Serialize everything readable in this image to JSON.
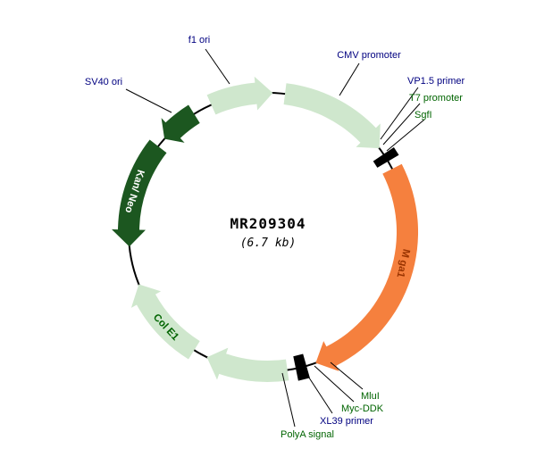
{
  "plasmid": {
    "title": "MR209304",
    "size": "(6.7 kb)"
  },
  "colors": {
    "light_green": "#cfe7cd",
    "dark_green": "#1c5720",
    "orange": "#f5803e",
    "navy": "#000080",
    "green_label": "#006400",
    "gene_text": "#993300",
    "white": "#ffffff",
    "black": "#000000"
  },
  "features": {
    "f1_ori": {
      "label": "f1 ori"
    },
    "sv40_ori": {
      "label": "SV40 ori"
    },
    "cmv_promoter": {
      "label": "CMV promoter"
    },
    "vp15_primer": {
      "label": "VP1.5 primer"
    },
    "t7_promoter": {
      "label": "T7 promoter"
    },
    "sgfi": {
      "label": "SgfI"
    },
    "gene": {
      "label": "M ga1"
    },
    "mlui": {
      "label": "MluI"
    },
    "myc_ddk": {
      "label": "Myc-DDK"
    },
    "xl39_primer": {
      "label": "XL39 primer"
    },
    "polya_signal": {
      "label": "PolyA signal"
    },
    "col_e1": {
      "label": "Col E1"
    },
    "kan_neo": {
      "label": "Kan/ Neo"
    }
  }
}
